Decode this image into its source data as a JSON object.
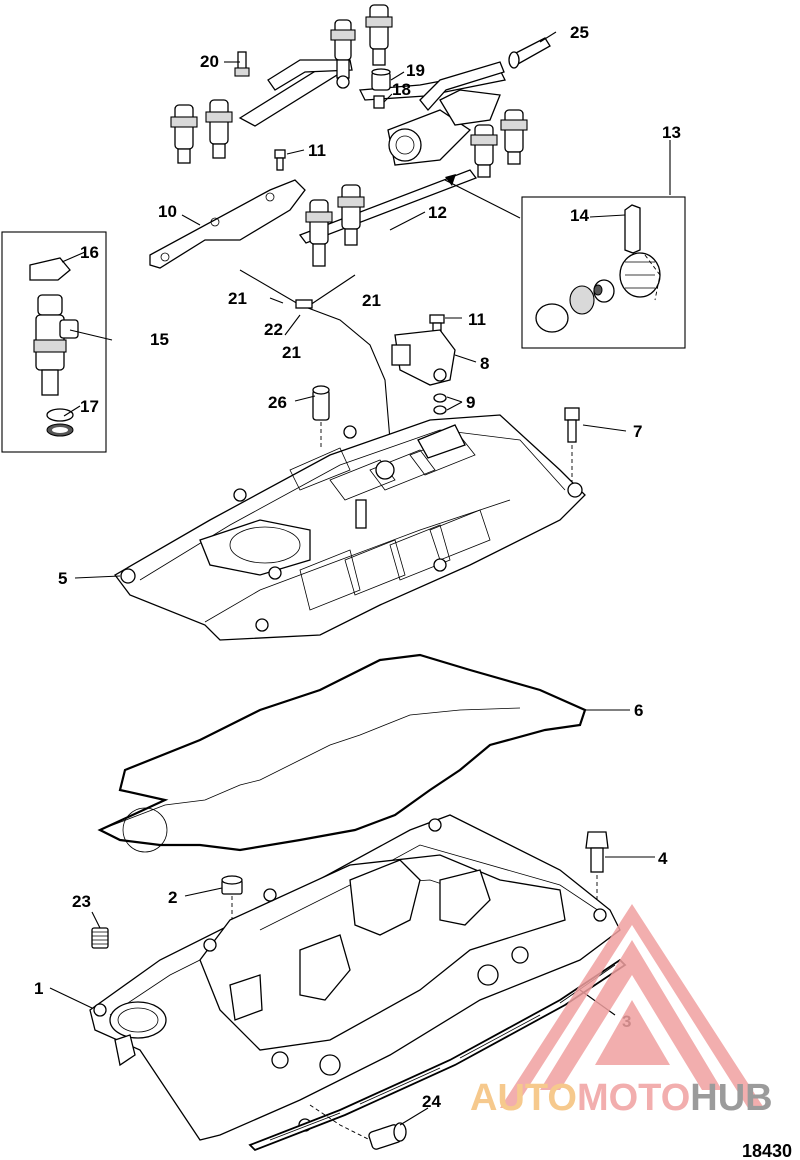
{
  "diagram": {
    "figure_number": "18430",
    "callouts": [
      "1",
      "2",
      "3",
      "4",
      "5",
      "6",
      "7",
      "8",
      "9",
      "10",
      "11",
      "11",
      "12",
      "13",
      "14",
      "15",
      "16",
      "17",
      "18",
      "19",
      "20",
      "21",
      "21",
      "21",
      "22",
      "23",
      "24",
      "25",
      "26"
    ]
  },
  "watermark": {
    "part1": "AUTO",
    "part2": "MOTO",
    "part3": "HUB",
    "color_primary": "#f0a0a0",
    "color_secondary": "#f5c07a",
    "color_dark": "#8a8a8a"
  }
}
